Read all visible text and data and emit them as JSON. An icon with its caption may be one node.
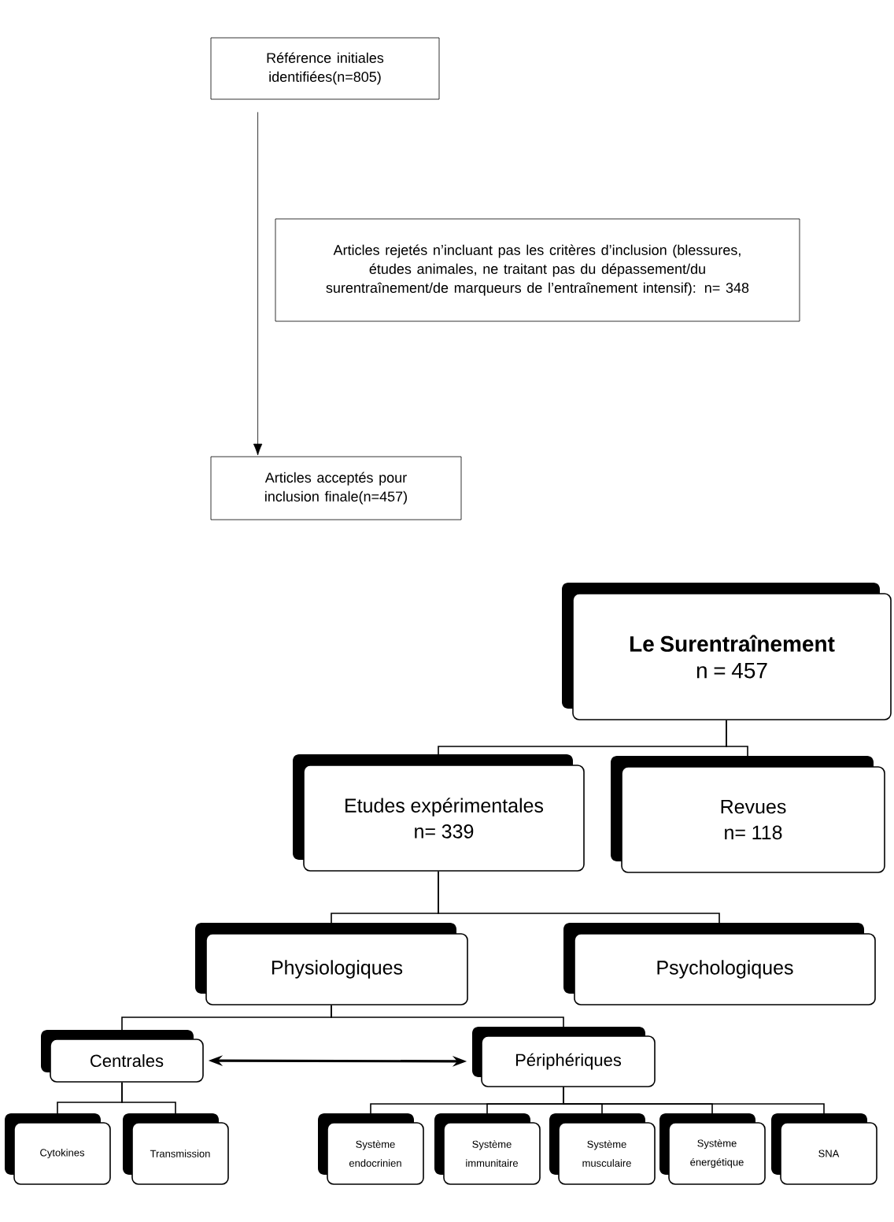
{
  "diagram": {
    "nodes": [
      {
        "text": [
          "Référence initiales identifiées(n=805)"
        ]
      },
      {
        "text": [
          "Articles rejetés n’incluant pas les critères d’inclusion (blessures, études animales, ne traitant pas du dépassement/du surentraînement/de marqueurs de l’entraînement intensif): n= 348"
        ]
      },
      {
        "text": [
          "Articles acceptés pour inclusion finale(n=457)"
        ]
      },
      {
        "text": [
          "Le Surentraînement",
          "n = 457"
        ]
      },
      {
        "text": [
          "Etudes expérimentales",
          "n= 339"
        ]
      },
      {
        "text": [
          "Revues",
          "n= 118"
        ]
      },
      {
        "text": [
          "Physiologiques"
        ]
      },
      {
        "text": [
          "Psychologiques"
        ]
      },
      {
        "text": [
          "Centrales"
        ]
      },
      {
        "text": [
          "Périphériques"
        ]
      },
      {
        "text": [
          "Cytokines"
        ]
      },
      {
        "text": [
          "Transmission"
        ]
      },
      {
        "text": [
          "Système endocrinien"
        ]
      },
      {
        "text": [
          "Système immunitaire"
        ]
      },
      {
        "text": [
          "Système musculaire"
        ]
      },
      {
        "text": [
          "Système énergétique"
        ]
      },
      {
        "text": [
          "SNA"
        ]
      }
    ],
    "edges": [
      {
        "from": 0,
        "to": 2,
        "arrow": "to"
      },
      {
        "from": 3,
        "to": 4,
        "arrow": "none"
      },
      {
        "from": 3,
        "to": 5,
        "arrow": "none"
      },
      {
        "from": 4,
        "to": 6,
        "arrow": "none"
      },
      {
        "from": 4,
        "to": 7,
        "arrow": "none"
      },
      {
        "from": 6,
        "to": 8,
        "arrow": "none"
      },
      {
        "from": 6,
        "to": 9,
        "arrow": "none"
      },
      {
        "from": 8,
        "to": 9,
        "arrow": "both"
      },
      {
        "from": 8,
        "to": 10,
        "arrow": "none"
      },
      {
        "from": 8,
        "to": 11,
        "arrow": "none"
      },
      {
        "from": 9,
        "to": 12,
        "arrow": "none"
      },
      {
        "from": 9,
        "to": 13,
        "arrow": "none"
      },
      {
        "from": 9,
        "to": 14,
        "arrow": "none"
      },
      {
        "from": 9,
        "to": 15,
        "arrow": "none"
      },
      {
        "from": 9,
        "to": 16,
        "arrow": "none"
      }
    ]
  }
}
